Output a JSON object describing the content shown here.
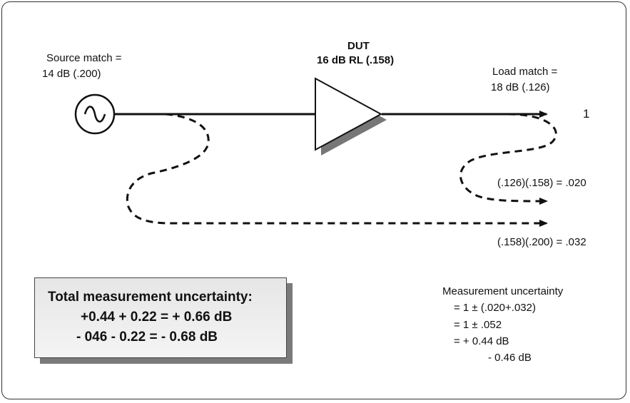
{
  "dut": {
    "title": "DUT",
    "return_loss": "16 dB RL (.158)"
  },
  "source": {
    "line1": "Source match =",
    "line2": "14 dB (.200)"
  },
  "load": {
    "line1": "Load match =",
    "line2": "18 dB (.126)"
  },
  "paths": {
    "direct_value": "1",
    "load_reflection": "(.126)(.158) = .020",
    "source_reflection": "(.158)(.200) = .032"
  },
  "uncertainty_calc": {
    "heading": "Measurement uncertainty",
    "line1": "= 1 ± (.020+.032)",
    "line2": "= 1 ± .052",
    "line3": "=  + 0.44 dB",
    "line4": "- 0.46 dB"
  },
  "total_box": {
    "title": "Total measurement uncertainty:",
    "line1": "+0.44 + 0.22  =  + 0.66 dB",
    "line2": "-  046 -  0.22    =    - 0.68 dB"
  },
  "icons": {
    "source": "ac-source-icon",
    "amplifier": "amplifier-triangle-icon"
  },
  "colors": {
    "line": "#111111",
    "shadow": "#7a7a7a",
    "box_fill": "#eeeeee"
  }
}
